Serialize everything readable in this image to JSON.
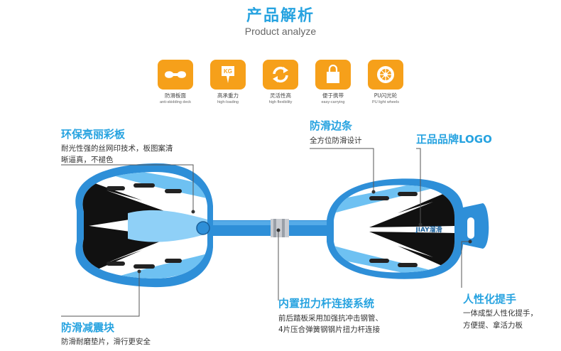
{
  "header": {
    "title": "产品解析",
    "subtitle": "Product analyze"
  },
  "features": [
    {
      "icon": "deck-icon",
      "label_zh": "防滑板面",
      "label_en": "anti-skidding deck"
    },
    {
      "icon": "kg-weight-icon",
      "label_zh": "高承重力",
      "label_en": "high-loading"
    },
    {
      "icon": "flexibility-arrows-icon",
      "label_zh": "灵活性高",
      "label_en": "high flexibility"
    },
    {
      "icon": "shopping-bag-icon",
      "label_zh": "便于携带",
      "label_en": "easy-carrying"
    },
    {
      "icon": "wheel-icon",
      "label_zh": "PU闪光轮",
      "label_en": "PU light wheels"
    }
  ],
  "callouts": {
    "color_deck": {
      "title": "环保亮丽彩板",
      "desc_lines": [
        "耐光性强的丝网印技术，板图案清",
        "晰逼真，不褪色"
      ]
    },
    "anti_slip_edge": {
      "title": "防滑边条",
      "desc_lines": [
        "全方位防滑设计"
      ]
    },
    "logo": {
      "title": "正品品牌LOGO"
    },
    "shock_pad": {
      "title": "防滑减震块",
      "desc_lines": [
        "防滑耐磨垫片，滑行更安全"
      ]
    },
    "torsion_bar": {
      "title": "内置扭力杆连接系统",
      "desc_lines": [
        "前后踏板采用加强抗冲击钢管、",
        "4片压合弹簧钢钢片扭力杆连接"
      ]
    },
    "handle": {
      "title": "人性化提手",
      "desc_lines": [
        "一体成型人性化提手，",
        "方便提、拿活力板"
      ]
    }
  },
  "board": {
    "brand_text": "JIAY溜滑"
  },
  "colors": {
    "accent_blue": "#27a3e0",
    "icon_orange": "#f6a01a",
    "board_blue": "#2e8fd8"
  }
}
